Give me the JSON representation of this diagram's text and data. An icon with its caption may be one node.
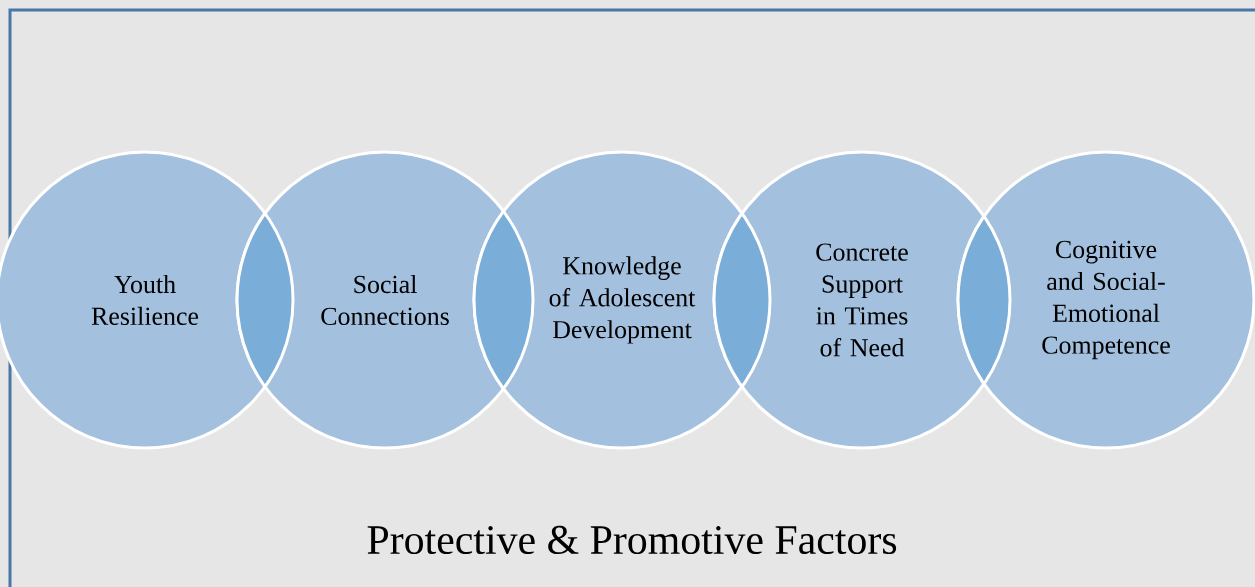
{
  "diagram": {
    "title": "Protective & Promotive Factors",
    "nodes": [
      {
        "text": [
          "Youth Resilience"
        ]
      },
      {
        "text": [
          "Social Connections"
        ]
      },
      {
        "text": [
          "Knowledge of Adolescent Development"
        ]
      },
      {
        "text": [
          "Concrete Support in Times of Need"
        ]
      },
      {
        "text": [
          "Cognitive and Social-Emotional Competence"
        ]
      }
    ]
  }
}
